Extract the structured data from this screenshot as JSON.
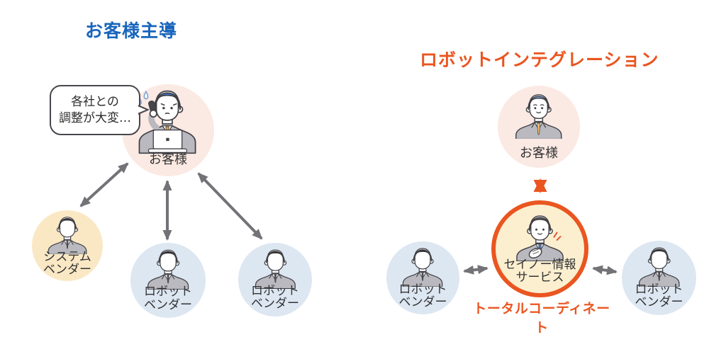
{
  "left": {
    "title": "お客様主導",
    "speech_bubble": {
      "line1": "各社との",
      "line2": "調整が大変…"
    },
    "customer_label": "お客様",
    "vendors": [
      {
        "line1": "システム",
        "line2": "ベンダー"
      },
      {
        "line1": "ロボット",
        "line2": "ベンダー"
      },
      {
        "line1": "ロボット",
        "line2": "ベンダー"
      }
    ]
  },
  "right": {
    "title": "ロボットインテグレーション",
    "customer_label": "お客様",
    "integrator": {
      "line1": "セイノー情報",
      "line2": "サービス",
      "caption": "トータルコーディネート"
    },
    "vendors": [
      {
        "line1": "ロボット",
        "line2": "ベンダー"
      },
      {
        "line1": "ロボット",
        "line2": "ベンダー"
      }
    ]
  },
  "colors": {
    "left_title_blue": "#1865BC",
    "accent_orange": "#EA5520",
    "arrow_gray": "#737377",
    "customer_circle_pink": "#FBE9E3",
    "system_vendor_circle_cream": "#FAE8C5",
    "robot_vendor_circle_blue": "#DDE7F2",
    "integrator_circle_fill": "#FBEFD0",
    "label_text": "#333333"
  },
  "illustrations": {
    "left_customer": "worried-person-on-phone-with-laptop",
    "right_customer": "smiling-person-bust",
    "integrator": "person-hand-on-chest",
    "vendor": "business-person-bust"
  }
}
